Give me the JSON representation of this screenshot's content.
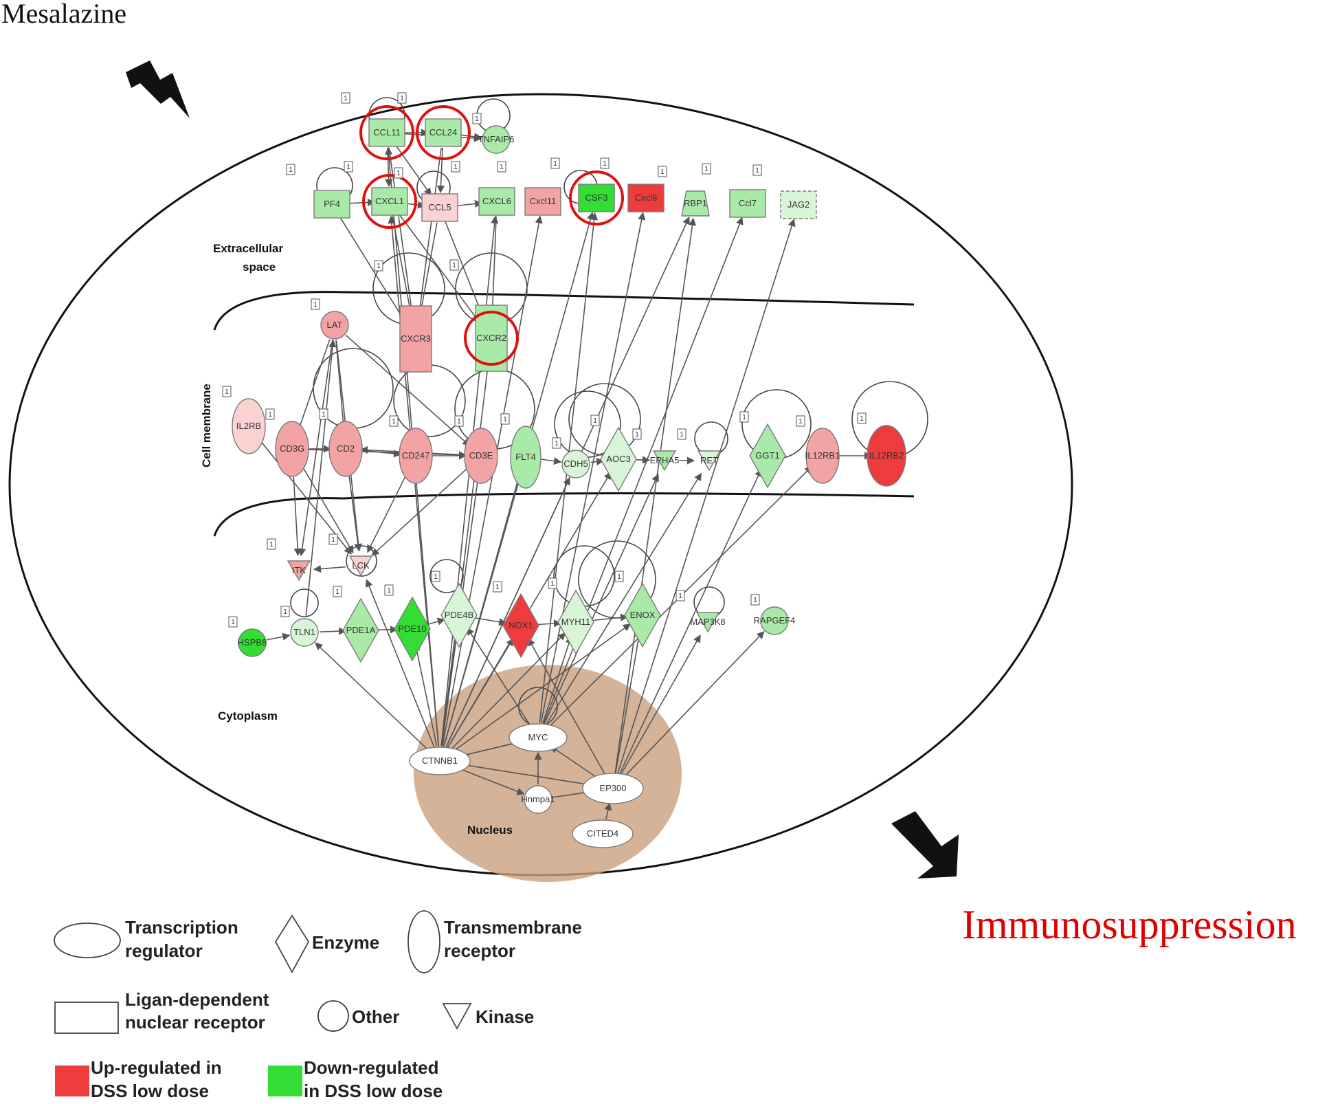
{
  "title": "Mesalazine",
  "outcome": "Immunosuppression",
  "regions": {
    "extracellular": [
      "Extracellular",
      "space"
    ],
    "membrane": "Cell membrane",
    "cytoplasm": "Cytoplasm",
    "nucleus": "Nucleus"
  },
  "colors": {
    "up_strong": "#ee3b3b",
    "up": "#f3a3a3",
    "up_light": "#fad2d2",
    "down_strong": "#33dd33",
    "down": "#a9eaa9",
    "down_light": "#d8f5d8",
    "neutral": "#ffffff",
    "nucleus": "#c9a07f",
    "highlight": "#e01010"
  },
  "badge_label": "1",
  "nodes": [
    {
      "id": "CCL11",
      "label": "CCL11",
      "shape": "rect",
      "color": "down",
      "highlight": true
    },
    {
      "id": "CCL24",
      "label": "CCL24",
      "shape": "rect",
      "color": "down",
      "highlight": true
    },
    {
      "id": "TNFAIP6",
      "label": "TNFAIP6",
      "shape": "circle",
      "color": "down"
    },
    {
      "id": "PF4",
      "label": "PF4",
      "shape": "rect",
      "color": "down"
    },
    {
      "id": "CXCL1",
      "label": "CXCL1",
      "shape": "rect",
      "color": "down",
      "highlight": true
    },
    {
      "id": "CCL5",
      "label": "CCL5",
      "shape": "rect",
      "color": "up_light"
    },
    {
      "id": "CXCL6",
      "label": "CXCL6",
      "shape": "rect",
      "color": "down"
    },
    {
      "id": "Cxcl11",
      "label": "Cxcl11",
      "shape": "rect",
      "color": "up"
    },
    {
      "id": "CSF3",
      "label": "CSF3",
      "shape": "rect",
      "color": "down_strong",
      "highlight": true
    },
    {
      "id": "Cxcl9",
      "label": "Cxcl9",
      "shape": "rect",
      "color": "up_strong"
    },
    {
      "id": "RBP1",
      "label": "RBP1",
      "shape": "trap",
      "color": "down"
    },
    {
      "id": "Ccl7",
      "label": "Ccl7",
      "shape": "rect",
      "color": "down"
    },
    {
      "id": "JAG2",
      "label": "JAG2",
      "shape": "rect",
      "color": "down_light"
    },
    {
      "id": "LAT",
      "label": "LAT",
      "shape": "circle",
      "color": "up"
    },
    {
      "id": "CXCR3",
      "label": "CXCR3",
      "shape": "rect",
      "color": "up"
    },
    {
      "id": "CXCR2",
      "label": "CXCR2",
      "shape": "rect",
      "color": "down",
      "highlight": true
    },
    {
      "id": "IL2RB",
      "label": "IL2RB",
      "shape": "ellipse",
      "color": "up_light"
    },
    {
      "id": "CD3G",
      "label": "CD3G",
      "shape": "ellipse",
      "color": "up"
    },
    {
      "id": "CD2",
      "label": "CD2",
      "shape": "ellipse",
      "color": "up"
    },
    {
      "id": "CD247",
      "label": "CD247",
      "shape": "ellipse",
      "color": "up"
    },
    {
      "id": "CD3E",
      "label": "CD3E",
      "shape": "ellipse",
      "color": "up"
    },
    {
      "id": "FLT4",
      "label": "FLT4",
      "shape": "ellipse",
      "color": "down"
    },
    {
      "id": "CDH5",
      "label": "CDH5",
      "shape": "circle",
      "color": "down_light"
    },
    {
      "id": "AOC3",
      "label": "AOC3",
      "shape": "diamond",
      "color": "down_light"
    },
    {
      "id": "EPHA5",
      "label": "EPHA5",
      "shape": "tri",
      "color": "down"
    },
    {
      "id": "RET",
      "label": "RET",
      "shape": "tri",
      "color": "down_light"
    },
    {
      "id": "GGT1",
      "label": "GGT1",
      "shape": "diamond",
      "color": "down"
    },
    {
      "id": "IL12RB1",
      "label": "IL12RB1",
      "shape": "ellipse",
      "color": "up"
    },
    {
      "id": "IL12RB2",
      "label": "IL12RB2",
      "shape": "ellipse",
      "color": "up_strong"
    },
    {
      "id": "ITK",
      "label": "ITK",
      "shape": "tri",
      "color": "up"
    },
    {
      "id": "LCK",
      "label": "LCK",
      "shape": "tri",
      "color": "up_light"
    },
    {
      "id": "HSPB8",
      "label": "HSPB8",
      "shape": "circle",
      "color": "down_strong"
    },
    {
      "id": "TLN1",
      "label": "TLN1",
      "shape": "circle",
      "color": "down_light"
    },
    {
      "id": "PDE1A",
      "label": "PDE1A",
      "shape": "diamond",
      "color": "down"
    },
    {
      "id": "PDE10",
      "label": "PDE10",
      "shape": "diamond",
      "color": "down_strong"
    },
    {
      "id": "PDE4B",
      "label": "PDE4B",
      "shape": "diamond",
      "color": "down_light"
    },
    {
      "id": "NOX1",
      "label": "NOX1",
      "shape": "diamond",
      "color": "up_strong"
    },
    {
      "id": "MYH11",
      "label": "MYH11",
      "shape": "diamond",
      "color": "down_light"
    },
    {
      "id": "ENOX",
      "label": "ENOX",
      "shape": "diamond",
      "color": "down"
    },
    {
      "id": "MAP3K8",
      "label": "MAP3K8",
      "shape": "tri",
      "color": "down"
    },
    {
      "id": "RAPGEF4",
      "label": "RAPGEF4",
      "shape": "circle",
      "color": "down"
    },
    {
      "id": "CTNNB1",
      "label": "CTNNB1",
      "shape": "ellipse",
      "color": "neutral"
    },
    {
      "id": "MYC",
      "label": "MYC",
      "shape": "ellipse",
      "color": "neutral"
    },
    {
      "id": "Hnmpa1",
      "label": "Hnmpa1",
      "shape": "circle",
      "color": "neutral"
    },
    {
      "id": "EP300",
      "label": "EP300",
      "shape": "ellipse",
      "color": "neutral"
    },
    {
      "id": "CITED4",
      "label": "CITED4",
      "shape": "ellipse",
      "color": "neutral"
    }
  ],
  "edges": [
    [
      "CTNNB1",
      "CCL11"
    ],
    [
      "CTNNB1",
      "CXCL1"
    ],
    [
      "CTNNB1",
      "CXCL6"
    ],
    [
      "CTNNB1",
      "Cxcl11"
    ],
    [
      "CTNNB1",
      "CSF3"
    ],
    [
      "CTNNB1",
      "CD3E"
    ],
    [
      "CTNNB1",
      "CXCR2"
    ],
    [
      "CTNNB1",
      "PDE4B"
    ],
    [
      "CTNNB1",
      "PDE10"
    ],
    [
      "CTNNB1",
      "TLN1"
    ],
    [
      "CTNNB1",
      "AOC3"
    ],
    [
      "CTNNB1",
      "FLT4"
    ],
    [
      "CTNNB1",
      "CDH5"
    ],
    [
      "CTNNB1",
      "MYH11"
    ],
    [
      "CTNNB1",
      "NOX1"
    ],
    [
      "CTNNB1",
      "ENOX"
    ],
    [
      "CTNNB1",
      "LCK"
    ],
    [
      "CTNNB1",
      "RBP1"
    ],
    [
      "MYC",
      "CTNNB1"
    ],
    [
      "MYC",
      "Cxcl9"
    ],
    [
      "MYC",
      "EPHA5"
    ],
    [
      "MYC",
      "Ccl7"
    ],
    [
      "MYC",
      "IL12RB1"
    ],
    [
      "MYC",
      "RET"
    ],
    [
      "MYC",
      "CSF3"
    ],
    [
      "MYC",
      "PDE4B"
    ],
    [
      "MYC",
      "MYH11"
    ],
    [
      "EP300",
      "MYC"
    ],
    [
      "EP300",
      "CTNNB1"
    ],
    [
      "EP300",
      "JAG2"
    ],
    [
      "EP300",
      "ENOX"
    ],
    [
      "EP300",
      "MAP3K8"
    ],
    [
      "EP300",
      "RAPGEF4"
    ],
    [
      "EP300",
      "GGT1"
    ],
    [
      "EP300",
      "RBP1"
    ],
    [
      "EP300",
      "NOX1"
    ],
    [
      "CTNNB1",
      "Hnmpa1"
    ],
    [
      "Hnmpa1",
      "EP300"
    ],
    [
      "CITED4",
      "EP300"
    ],
    [
      "Hnmpa1",
      "MYC"
    ],
    [
      "CCL11",
      "CCL24"
    ],
    [
      "CCL11",
      "TNFAIP6"
    ],
    [
      "CCL24",
      "TNFAIP6"
    ],
    [
      "CCL11",
      "CXCL1"
    ],
    [
      "PF4",
      "CXCL1"
    ],
    [
      "CXCL1",
      "CCL5"
    ],
    [
      "CCL5",
      "CXCL6"
    ],
    [
      "CCL11",
      "CCL5"
    ],
    [
      "CCL24",
      "CCL5"
    ],
    [
      "CXCL1",
      "CXCR2"
    ],
    [
      "CXCL1",
      "CXCR3"
    ],
    [
      "CCL5",
      "CXCR3"
    ],
    [
      "CXCL6",
      "CXCR2"
    ],
    [
      "CCL11",
      "CXCR3"
    ],
    [
      "CCL24",
      "CXCR3"
    ],
    [
      "PF4",
      "CXCR3"
    ],
    [
      "CCL5",
      "CXCR2"
    ],
    [
      "LAT",
      "CD3E"
    ],
    [
      "LAT",
      "CD2"
    ],
    [
      "LAT",
      "CD3G"
    ],
    [
      "LAT",
      "LCK"
    ],
    [
      "LAT",
      "ITK"
    ],
    [
      "CD3G",
      "CD2"
    ],
    [
      "CD2",
      "CD247"
    ],
    [
      "CD247",
      "CD3E"
    ],
    [
      "CD3G",
      "CD3E"
    ],
    [
      "CD2",
      "LCK"
    ],
    [
      "CD3G",
      "LCK"
    ],
    [
      "CD3E",
      "LCK"
    ],
    [
      "IL2RB",
      "LCK"
    ],
    [
      "CD3G",
      "ITK"
    ],
    [
      "LCK",
      "ITK"
    ],
    [
      "CD247",
      "LCK"
    ],
    [
      "CD3E",
      "CD2"
    ],
    [
      "IL12RB1",
      "IL12RB2"
    ],
    [
      "FLT4",
      "CDH5"
    ],
    [
      "CDH5",
      "AOC3"
    ],
    [
      "AOC3",
      "EPHA5"
    ],
    [
      "EPHA5",
      "RET"
    ],
    [
      "HSPB8",
      "TLN1"
    ],
    [
      "TLN1",
      "PDE1A"
    ],
    [
      "PDE1A",
      "PDE10"
    ],
    [
      "PDE10",
      "PDE4B"
    ],
    [
      "PDE4B",
      "NOX1"
    ],
    [
      "NOX1",
      "MYH11"
    ],
    [
      "MYH11",
      "ENOX"
    ],
    [
      "TLN1",
      "LAT"
    ]
  ],
  "legend": {
    "transcription": [
      "Transcription",
      "regulator"
    ],
    "enzyme": "Enzyme",
    "transmembrane": [
      "Transmembrane",
      "receptor"
    ],
    "ligand": [
      "Ligan-dependent",
      "nuclear receptor"
    ],
    "other": "Other",
    "kinase": "Kinase",
    "up": [
      "Up-regulated in",
      "DSS low dose"
    ],
    "down": [
      "Down-regulated",
      "in DSS low dose"
    ]
  }
}
